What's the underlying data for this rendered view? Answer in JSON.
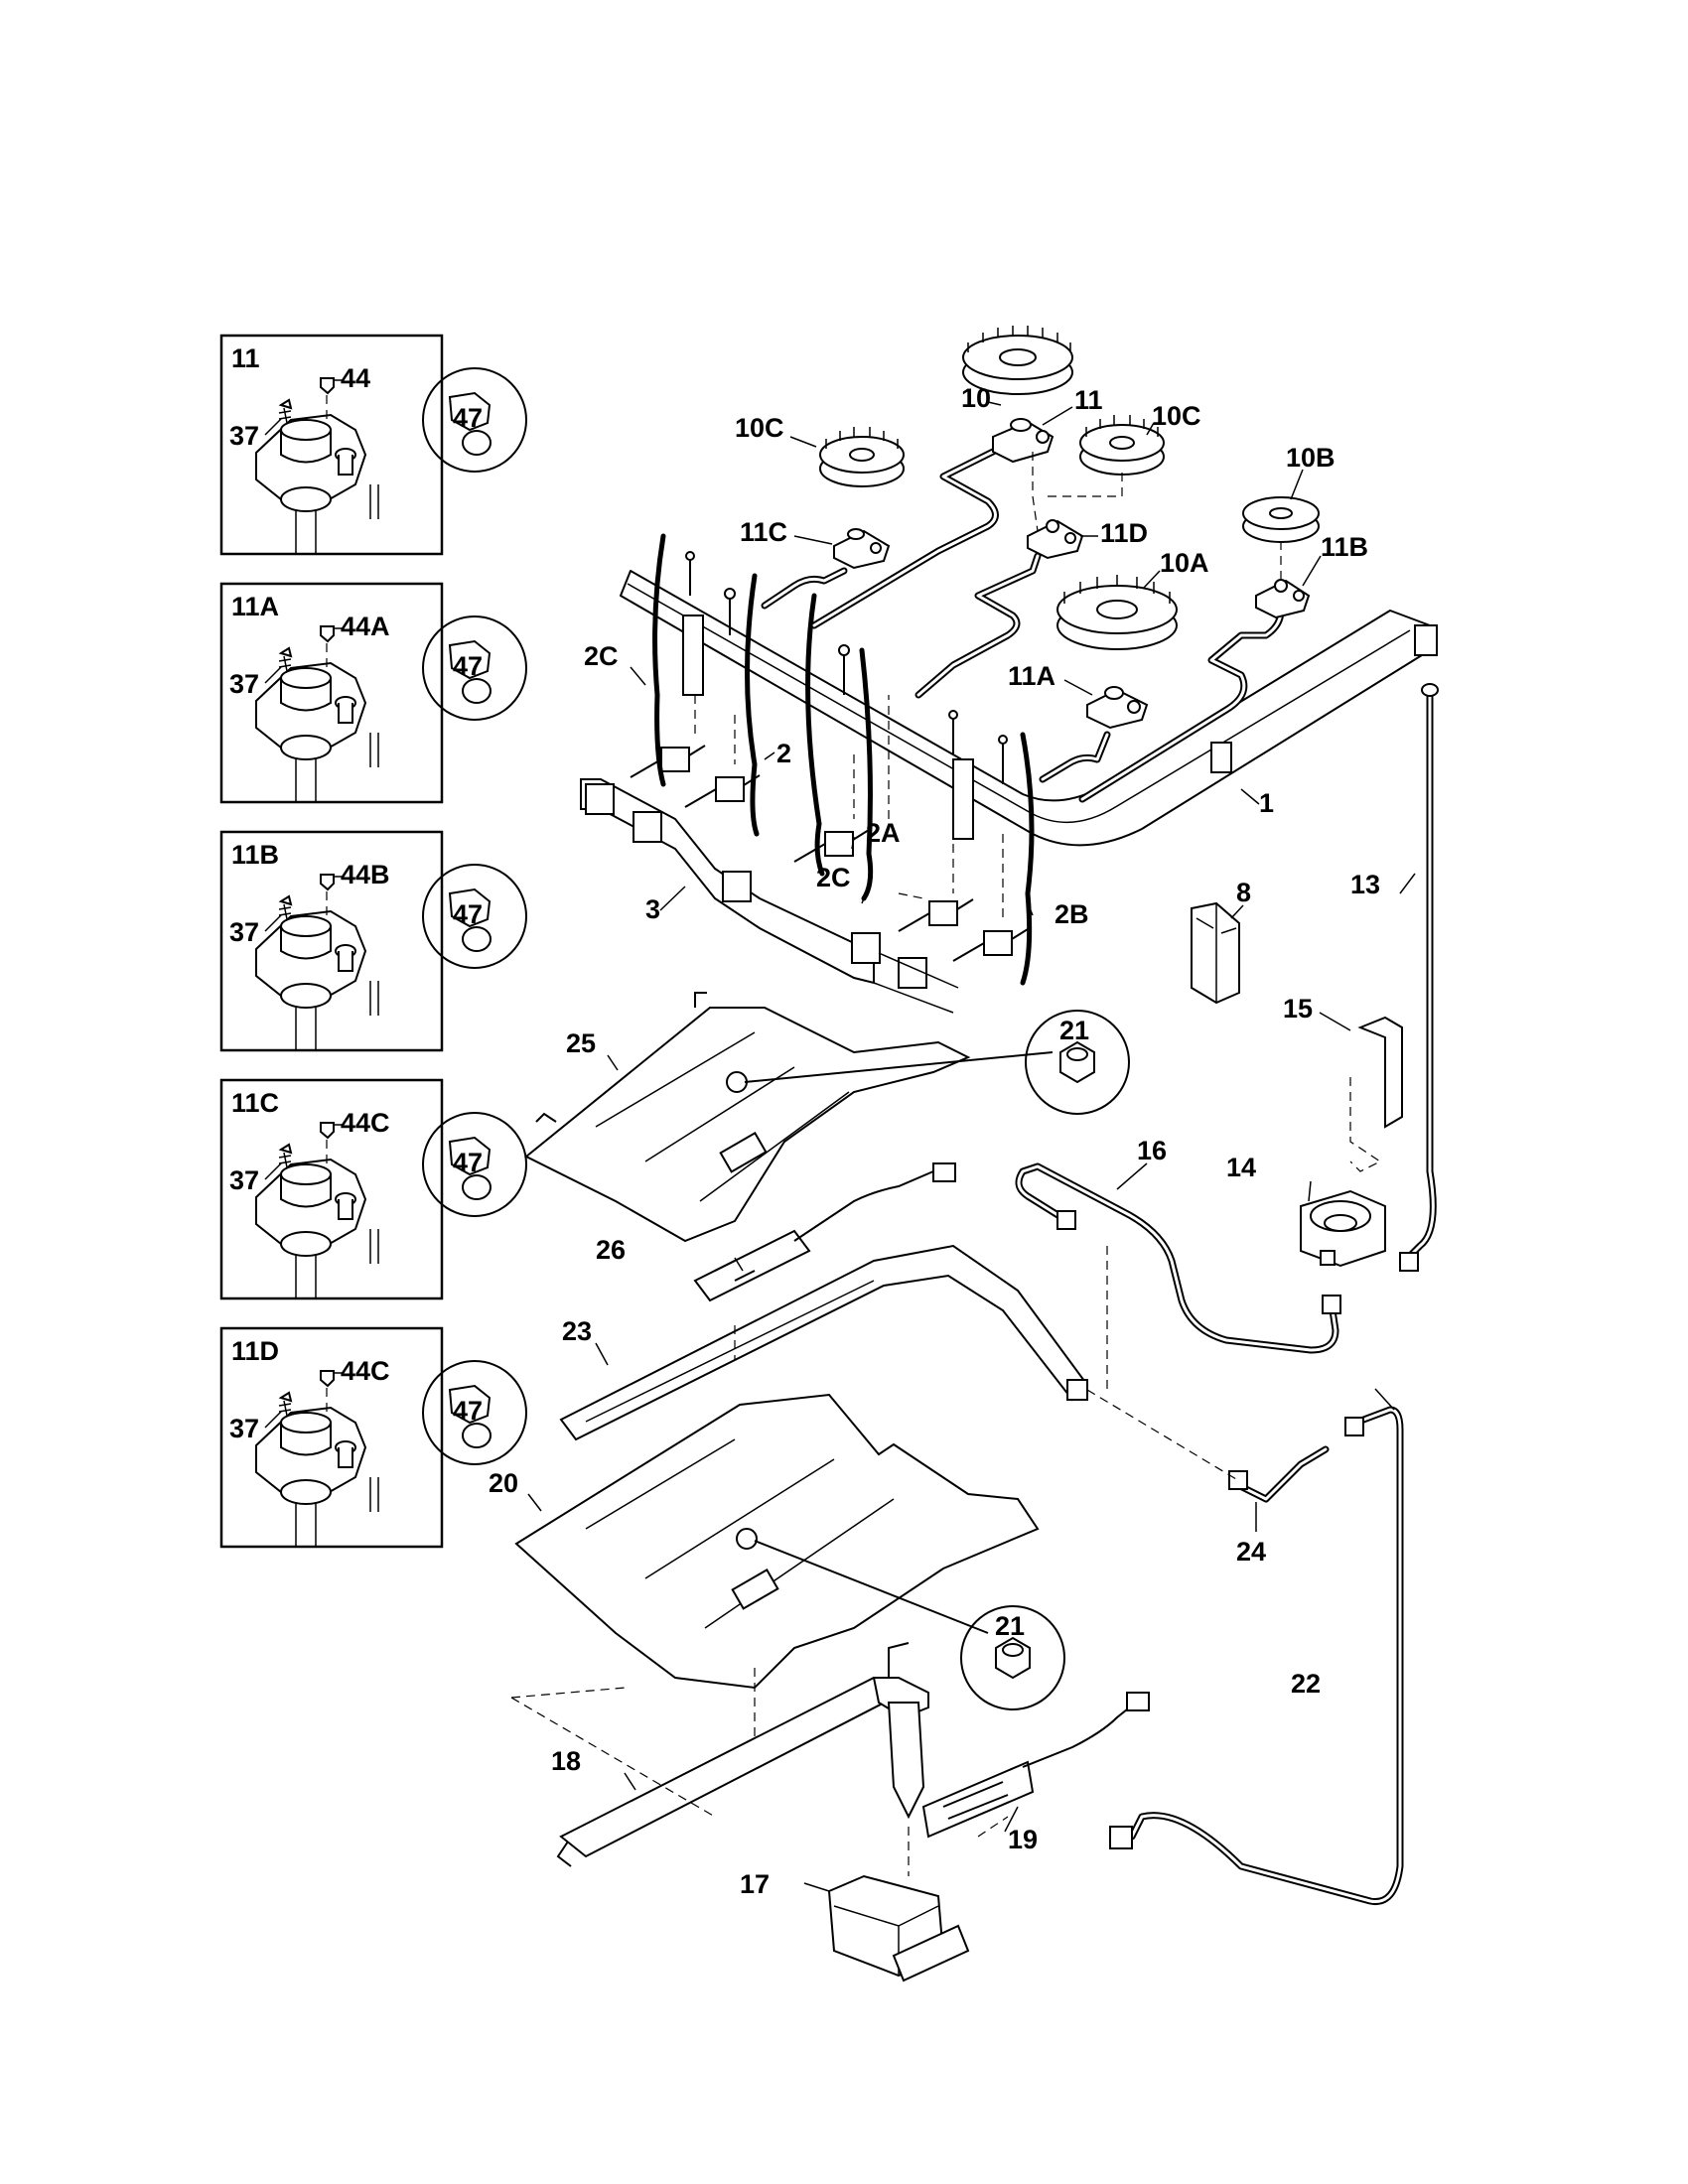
{
  "insets": [
    {
      "title": "11",
      "screw": "37",
      "cap": "44",
      "callout": "47"
    },
    {
      "title": "11A",
      "screw": "37",
      "cap": "44A",
      "callout": "47"
    },
    {
      "title": "11B",
      "screw": "37",
      "cap": "44B",
      "callout": "47"
    },
    {
      "title": "11C",
      "screw": "37",
      "cap": "44C",
      "callout": "47"
    },
    {
      "title": "11D",
      "screw": "37",
      "cap": "44C",
      "callout": "47"
    }
  ],
  "labels": {
    "l10": "10",
    "l11": "11",
    "l10C_a": "10C",
    "l10C_b": "10C",
    "l11C": "11C",
    "l11D": "11D",
    "l10B": "10B",
    "l11B": "11B",
    "l10A": "10A",
    "l11A": "11A",
    "l2C_a": "2C",
    "l2": "2",
    "l2A": "2A",
    "l2C_b": "2C",
    "l2B": "2B",
    "l1": "1",
    "l3": "3",
    "l8": "8",
    "l13": "13",
    "l15": "15",
    "l14": "14",
    "l16": "16",
    "l25": "25",
    "l21_a": "21",
    "l26": "26",
    "l23": "23",
    "l24": "24",
    "l20": "20",
    "l21_b": "21",
    "l22": "22",
    "l18": "18",
    "l19": "19",
    "l17": "17"
  }
}
